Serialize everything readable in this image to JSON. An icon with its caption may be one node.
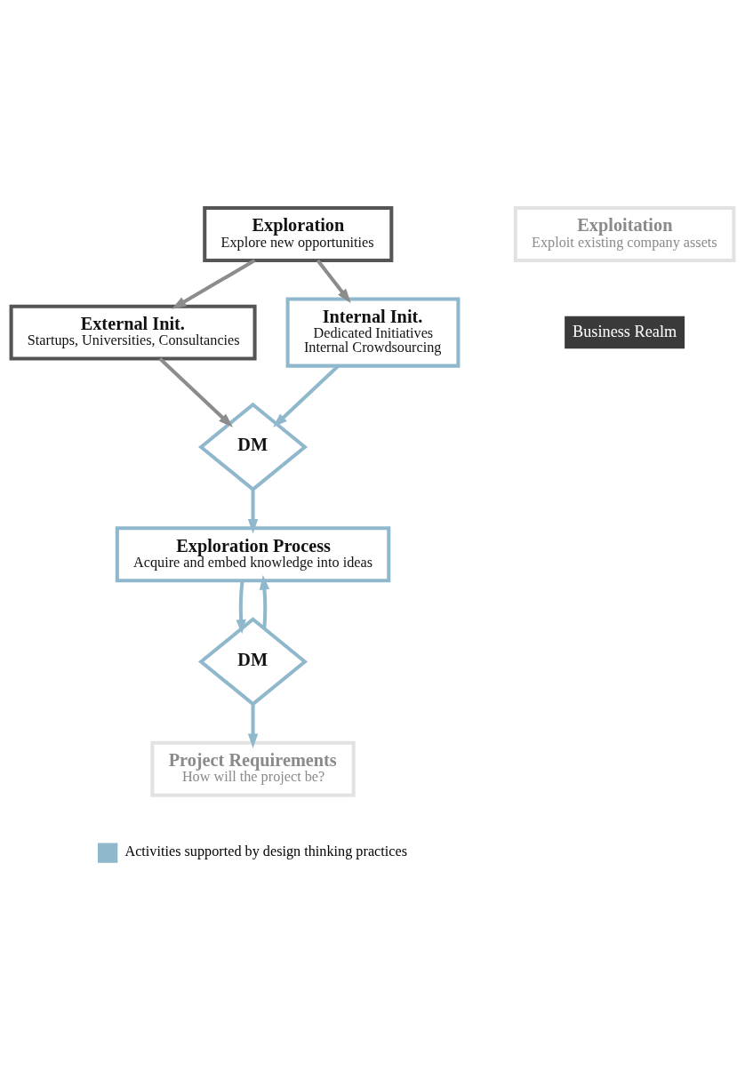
{
  "diagram": {
    "nodes": [
      {
        "text": [
          "Exploration",
          "Explore new opportunities"
        ]
      },
      {
        "text": [
          "Exploitation",
          "Exploit existing company assets"
        ]
      },
      {
        "text": [
          "External Init.",
          "Startups, Universities, Consultancies"
        ]
      },
      {
        "text": [
          "Internal Init.",
          "Dedicated Initiatives",
          "Internal Crowdsourcing"
        ]
      },
      {
        "text": [
          "DM"
        ]
      },
      {
        "text": [
          "Exploration Process",
          "Acquire and embed knowledge into ideas"
        ]
      },
      {
        "text": [
          "DM"
        ]
      },
      {
        "text": [
          "Project Requirements",
          "How will the project be?"
        ]
      }
    ],
    "edges": [
      {
        "from": 0,
        "to": 2,
        "arrow": "to",
        "color": "#8c8c8c"
      },
      {
        "from": 0,
        "to": 3,
        "arrow": "to",
        "color": "#8c8c8c"
      },
      {
        "from": 2,
        "to": 4,
        "arrow": "to",
        "color": "#8c8c8c"
      },
      {
        "from": 3,
        "to": 4,
        "arrow": "to"
      },
      {
        "from": 4,
        "to": 5,
        "arrow": "to"
      },
      {
        "from": 5,
        "to": 6,
        "arrow": "to"
      },
      {
        "from": 6,
        "to": 5,
        "arrow": "to"
      },
      {
        "from": 6,
        "to": 7,
        "arrow": "to"
      }
    ],
    "labels": [
      "Business Realm"
    ],
    "legend": [
      {
        "text": "Activities supported by design thinking practices",
        "color": "#8fb8cc"
      }
    ]
  }
}
